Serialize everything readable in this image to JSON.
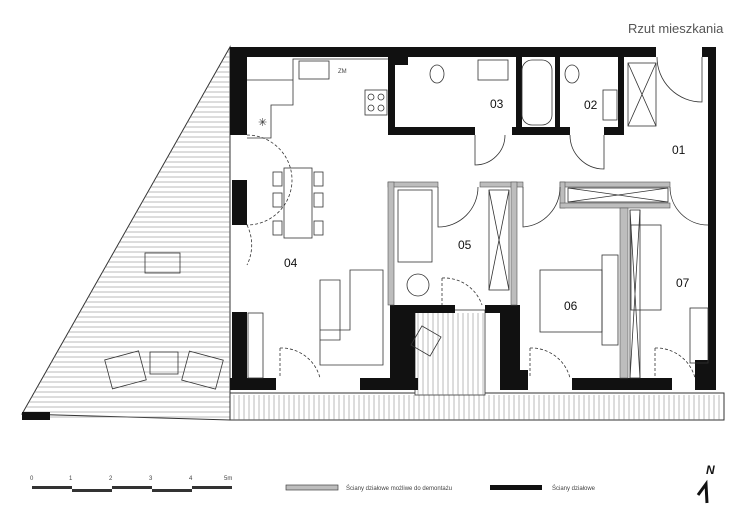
{
  "title": "Rzut mieszkania",
  "rooms": [
    {
      "id": "01"
    },
    {
      "id": "02"
    },
    {
      "id": "03"
    },
    {
      "id": "04"
    },
    {
      "id": "05"
    },
    {
      "id": "06"
    },
    {
      "id": "07"
    }
  ],
  "fixtures": {
    "fridge_label": "ZM"
  },
  "scale": {
    "ticks": [
      "0",
      "1",
      "2",
      "3",
      "4",
      "5m"
    ]
  },
  "legend": {
    "removable_walls": "Ściany działowe możliwe do demontażu",
    "partition_walls": "Ściany działowe",
    "removable_color": "#bdbdbd",
    "partition_color": "#111111"
  },
  "north": "N"
}
